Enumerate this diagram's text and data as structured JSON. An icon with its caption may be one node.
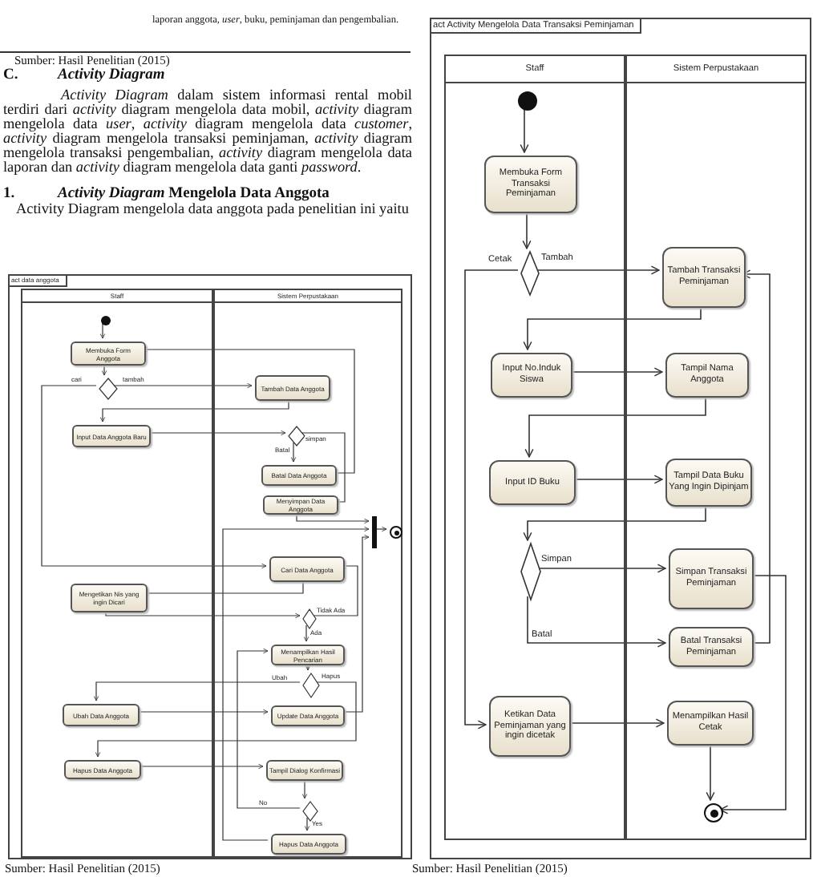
{
  "diagram": {
    "nodes": [
      {
        "text": [
          "act data anggota"
        ]
      },
      {
        "text": [
          "Staff"
        ],
        "in": 0
      },
      {
        "text": [
          "Sistem Perpustakaan"
        ],
        "in": 0
      },
      {
        "text": [],
        "shape": "circle",
        "in": 1
      },
      {
        "text": [
          "Membuka Form Anggota"
        ],
        "in": 1
      },
      {
        "text": [],
        "shape": "diamond",
        "in": 1
      },
      {
        "text": [
          "Tambah Data Anggota"
        ],
        "in": 2
      },
      {
        "text": [
          "Input Data Anggota Baru"
        ],
        "in": 1
      },
      {
        "text": [],
        "shape": "diamond",
        "in": 2
      },
      {
        "text": [
          "Batal Data Anggota"
        ],
        "in": 2
      },
      {
        "text": [
          "Menyimpan Data Anggota"
        ],
        "in": 2
      },
      {
        "text": [],
        "shape": "bar",
        "in": 2
      },
      {
        "text": [],
        "shape": "circle",
        "in": 2
      },
      {
        "text": [
          "Cari Data Anggota"
        ],
        "in": 2
      },
      {
        "text": [
          "Mengetikan Nis yang ingin Dicari"
        ],
        "in": 1
      },
      {
        "text": [],
        "shape": "diamond",
        "in": 2
      },
      {
        "text": [
          "Menampilkan Hasil Pencarian"
        ],
        "in": 2
      },
      {
        "text": [],
        "shape": "diamond",
        "in": 2
      },
      {
        "text": [
          "Ubah Data Anggota"
        ],
        "in": 1
      },
      {
        "text": [
          "Update Data Anggota"
        ],
        "in": 2
      },
      {
        "text": [
          "Hapus Data Anggota"
        ],
        "in": 1
      },
      {
        "text": [
          "Tampil Dialog Konfirmasi"
        ],
        "in": 2
      },
      {
        "text": [],
        "shape": "diamond",
        "in": 2
      },
      {
        "text": [
          "Hapus Data Anggota"
        ],
        "in": 2
      },
      {
        "text": [
          "act Activity Mengelola Data Transaksi Peminjaman"
        ]
      },
      {
        "text": [
          "Staff"
        ],
        "in": 24
      },
      {
        "text": [
          "Sistem Perpustakaan"
        ],
        "in": 24
      },
      {
        "text": [],
        "shape": "circle",
        "in": 25
      },
      {
        "text": [
          "Membuka Form Transaksi Peminjaman"
        ],
        "in": 25
      },
      {
        "text": [],
        "shape": "diamond",
        "in": 25
      },
      {
        "text": [
          "Tambah Transaksi Peminjaman"
        ],
        "in": 26
      },
      {
        "text": [
          "Input No.Induk Siswa"
        ],
        "in": 25
      },
      {
        "text": [
          "Tampil Nama Anggota"
        ],
        "in": 26
      },
      {
        "text": [
          "Input ID Buku"
        ],
        "in": 25
      },
      {
        "text": [
          "Tampil Data Buku Yang Ingin Dipinjam"
        ],
        "in": 26
      },
      {
        "text": [],
        "shape": "diamond",
        "in": 25
      },
      {
        "text": [
          "Simpan Transaksi Peminjaman"
        ],
        "in": 26
      },
      {
        "text": [
          "Batal Transaksi Peminjaman"
        ],
        "in": 26
      },
      {
        "text": [
          "Ketikan Data Peminjaman yang ingin dicetak"
        ],
        "in": 25
      },
      {
        "text": [
          "Menampilkan Hasil Cetak"
        ],
        "in": 26
      },
      {
        "text": [],
        "shape": "circle",
        "in": 26
      }
    ],
    "edges": [
      {
        "from": 3,
        "to": 4,
        "arrow": "to"
      },
      {
        "from": 4,
        "to": 5,
        "arrow": "to"
      },
      {
        "from": 5,
        "to": 6,
        "arrow": "to",
        "label": "tambah"
      },
      {
        "from": 5,
        "to": 13,
        "arrow": "to",
        "label": "cari"
      },
      {
        "from": 6,
        "to": 7,
        "arrow": "to"
      },
      {
        "from": 7,
        "to": 8,
        "arrow": "to"
      },
      {
        "from": 8,
        "to": 9,
        "arrow": "to",
        "label": "Batal"
      },
      {
        "from": 8,
        "to": 10,
        "arrow": "to",
        "label": "simpan"
      },
      {
        "from": 9,
        "to": 4,
        "arrow": "to"
      },
      {
        "from": 10,
        "to": 11,
        "arrow": "to"
      },
      {
        "from": 11,
        "to": 12,
        "arrow": "to"
      },
      {
        "from": 13,
        "to": 14,
        "arrow": "to"
      },
      {
        "from": 14,
        "to": 15,
        "arrow": "to"
      },
      {
        "from": 15,
        "to": 13,
        "arrow": "to",
        "label": "Tidak Ada"
      },
      {
        "from": 15,
        "to": 16,
        "arrow": "to",
        "label": "Ada"
      },
      {
        "from": 16,
        "to": 17,
        "arrow": "to"
      },
      {
        "from": 17,
        "to": 18,
        "arrow": "to",
        "label": "Ubah"
      },
      {
        "from": 17,
        "to": 20,
        "arrow": "to",
        "label": "Hapus"
      },
      {
        "from": 18,
        "to": 19,
        "arrow": "to"
      },
      {
        "from": 19,
        "to": 11,
        "arrow": "to"
      },
      {
        "from": 20,
        "to": 21,
        "arrow": "to"
      },
      {
        "from": 21,
        "to": 22,
        "arrow": "to"
      },
      {
        "from": 22,
        "to": 16,
        "arrow": "to",
        "label": "No"
      },
      {
        "from": 22,
        "to": 23,
        "arrow": "to",
        "label": "Yes"
      },
      {
        "from": 23,
        "to": 11,
        "arrow": "to"
      },
      {
        "from": 27,
        "to": 28,
        "arrow": "to"
      },
      {
        "from": 28,
        "to": 29,
        "arrow": "to"
      },
      {
        "from": 29,
        "to": 30,
        "arrow": "to",
        "label": "Tambah"
      },
      {
        "from": 29,
        "to": 38,
        "arrow": "to",
        "label": "Cetak"
      },
      {
        "from": 30,
        "to": 31,
        "arrow": "to"
      },
      {
        "from": 31,
        "to": 32,
        "arrow": "to"
      },
      {
        "from": 32,
        "to": 33,
        "arrow": "to"
      },
      {
        "from": 33,
        "to": 34,
        "arrow": "to"
      },
      {
        "from": 34,
        "to": 35,
        "arrow": "to"
      },
      {
        "from": 35,
        "to": 36,
        "arrow": "to",
        "label": "Simpan"
      },
      {
        "from": 35,
        "to": 37,
        "arrow": "to",
        "label": "Batal"
      },
      {
        "from": 37,
        "to": 30,
        "arrow": "to"
      },
      {
        "from": 36,
        "to": 40,
        "arrow": "to"
      },
      {
        "from": 38,
        "to": 39,
        "arrow": "to"
      },
      {
        "from": 39,
        "to": 40,
        "arrow": "to"
      }
    ],
    "labels": [
      "laporan anggota, *user*, buku, peminjaman dan pengembalian.",
      "Sumber: Hasil Penelitian (2015)",
      "C.",
      "Activity Diagram",
      "*Activity Diagram* dalam sistem informasi rental mobil terdiri dari *activity* diagram mengelola data mobil, *activity* diagram mengelola data *user*, *activity* diagram mengelola data *customer*, *activity* diagram mengelola transaksi peminjaman, *activity* diagram mengelola transaksi pengembalian, *activity* diagram mengelola data laporan dan *activity* diagram mengelola data ganti *password*.",
      "1.",
      "*Activity Diagram* Mengelola Data Anggota",
      "Activity Diagram mengelola data anggota pada penelitian ini yaitu",
      "Sumber: Hasil Penelitian (2015)",
      "Sumber: Hasil Penelitian (2015)"
    ]
  }
}
